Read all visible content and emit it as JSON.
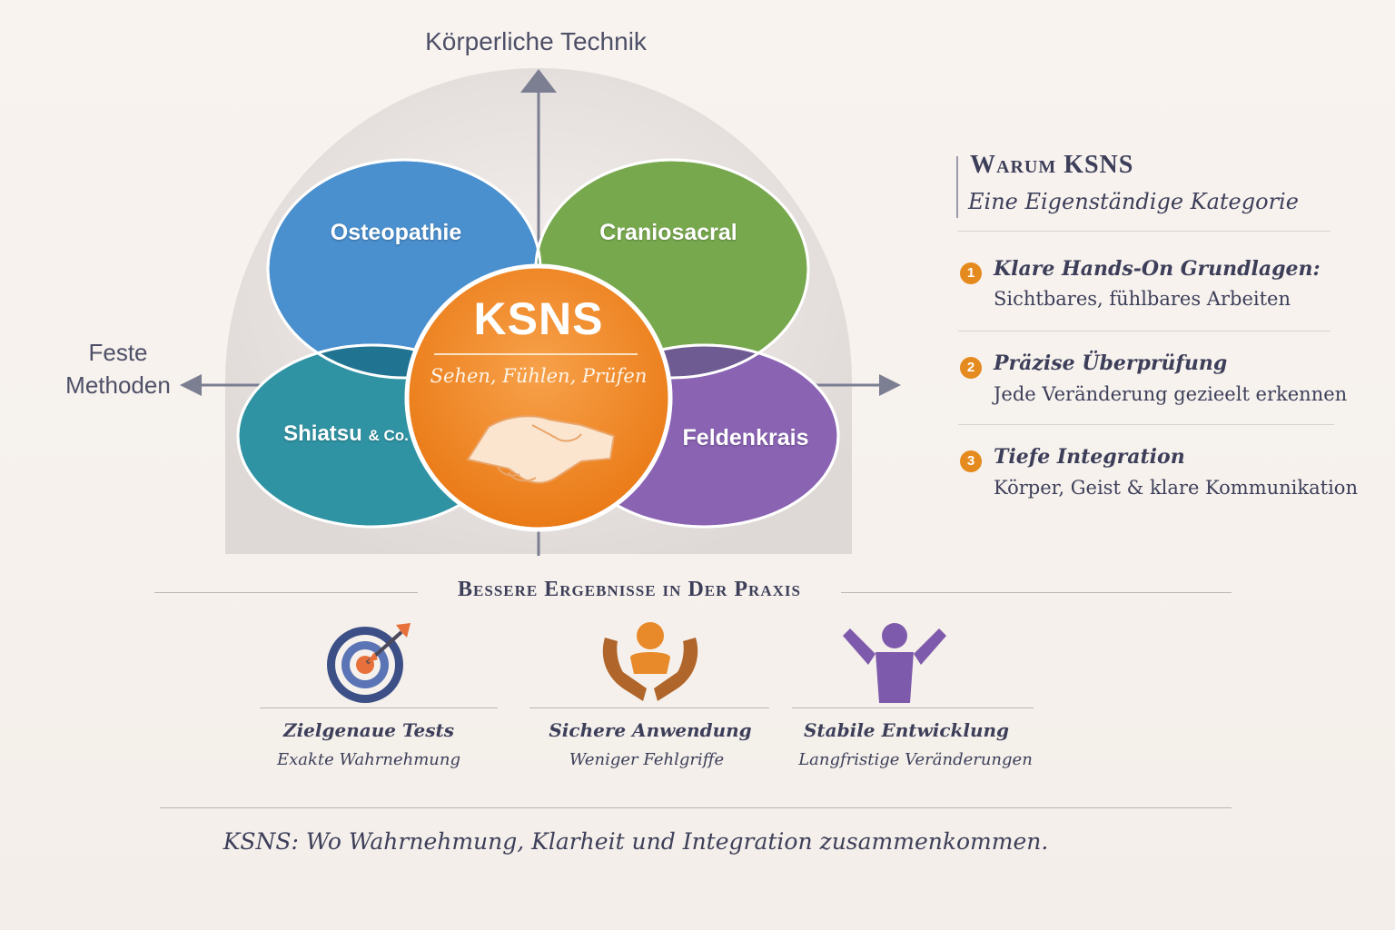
{
  "diagram": {
    "axis_top": "Körperliche Technik",
    "axis_left": "Feste Methoden",
    "circles": {
      "osteopathie": "Osteopathie",
      "craniosacral": "Craniosacral",
      "shiatsu": "Shiatsu",
      "shiatsu_suffix": "& Co.",
      "feldenkrais": "Feldenkrais"
    },
    "center": {
      "title": "KSNS",
      "subtitle": "Sehen, Fühlen, Prüfen"
    },
    "colors": {
      "osteopathie": "#4a8fce",
      "craniosacral": "#78a84e",
      "shiatsu": "#2f93a3",
      "feldenkrais": "#8a63b3",
      "center": "#f08a26"
    }
  },
  "why": {
    "title": "Warum KSNS",
    "subtitle": "Eine Eigenständige Kategorie",
    "items": [
      {
        "number": "1",
        "title": "Klare Hands-On Grundlagen:",
        "desc": "Sichtbares, fühlbares Arbeiten"
      },
      {
        "number": "2",
        "title": "Präzise Überprüfung",
        "desc": "Jede Veränderung gezieelt erkennen"
      },
      {
        "number": "3",
        "title": "Tiefe Integration",
        "desc": "Körper, Geist & klare Kommunikation"
      }
    ]
  },
  "results": {
    "title": "Bessere Ergebnisse in Der Praxis",
    "cards": [
      {
        "icon": "target-icon",
        "title": "Zielgenaue Tests",
        "desc": "Exakte Wahrnehmung"
      },
      {
        "icon": "caring-hands-icon",
        "title": "Sichere Anwendung",
        "desc": "Weniger Fehlgriffe"
      },
      {
        "icon": "raised-arms-person-icon",
        "title": "Stabile Entwicklung",
        "desc": "Langfristige Veränderungen"
      }
    ]
  },
  "footer": "KSNS: Wo Wahrnehmung, Klarheit und Integration zusammenkommen."
}
